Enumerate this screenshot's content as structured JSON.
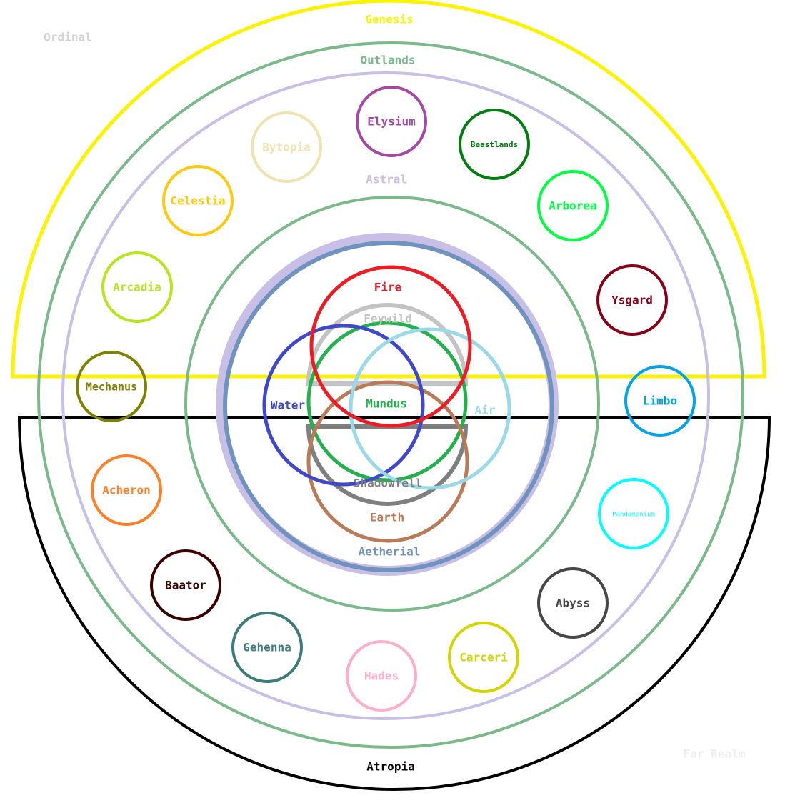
{
  "regions": {
    "ordinal": {
      "label": "Ordinal",
      "color": "#d3d3d3"
    },
    "far_realm": {
      "label": "Far Realm",
      "color": "#eeeeee"
    },
    "genesis": {
      "label": "Genesis",
      "color": "#fff200"
    },
    "atropia": {
      "label": "Atropia",
      "color": "#000000"
    },
    "outlands": {
      "label": "Outlands",
      "color": "#7ab98a"
    },
    "astral": {
      "label": "Astral",
      "color": "#c8bfe7"
    },
    "aetherial": {
      "label": "Aetherial",
      "color": "#7092be"
    },
    "fire": {
      "label": "Fire",
      "color": "#ed1c24"
    },
    "feywild": {
      "label": "Feywild",
      "color": "#c3c3c3"
    },
    "water": {
      "label": "Water",
      "color": "#3f48cc"
    },
    "mundus": {
      "label": "Mundus",
      "color": "#22b14c"
    },
    "air": {
      "label": "Air",
      "color": "#99d9ea"
    },
    "shadowfell": {
      "label": "Shadowfell",
      "color": "#7f7f7f"
    },
    "earth": {
      "label": "Earth",
      "color": "#b97a57"
    }
  },
  "outer_planes": [
    {
      "label": "Elysium",
      "color": "#a349a4"
    },
    {
      "label": "Beastlands",
      "color": "#007f0e"
    },
    {
      "label": "Arborea",
      "color": "#00ff40"
    },
    {
      "label": "Ysgard",
      "color": "#880015"
    },
    {
      "label": "Limbo",
      "color": "#00a2e8"
    },
    {
      "label": "Pandamonium",
      "color": "#00ffff"
    },
    {
      "label": "Abyss",
      "color": "#464646"
    },
    {
      "label": "Carceri",
      "color": "#d4d400"
    },
    {
      "label": "Hades",
      "color": "#ffaec9"
    },
    {
      "label": "Gehenna",
      "color": "#3d7a7a"
    },
    {
      "label": "Baator",
      "color": "#3a0000"
    },
    {
      "label": "Acheron",
      "color": "#ff7f27"
    },
    {
      "label": "Mechanus",
      "color": "#808000"
    },
    {
      "label": "Arcadia",
      "color": "#b5e61d"
    },
    {
      "label": "Celestia",
      "color": "#ffc90e"
    },
    {
      "label": "Bytopia",
      "color": "#efe4b0"
    }
  ]
}
